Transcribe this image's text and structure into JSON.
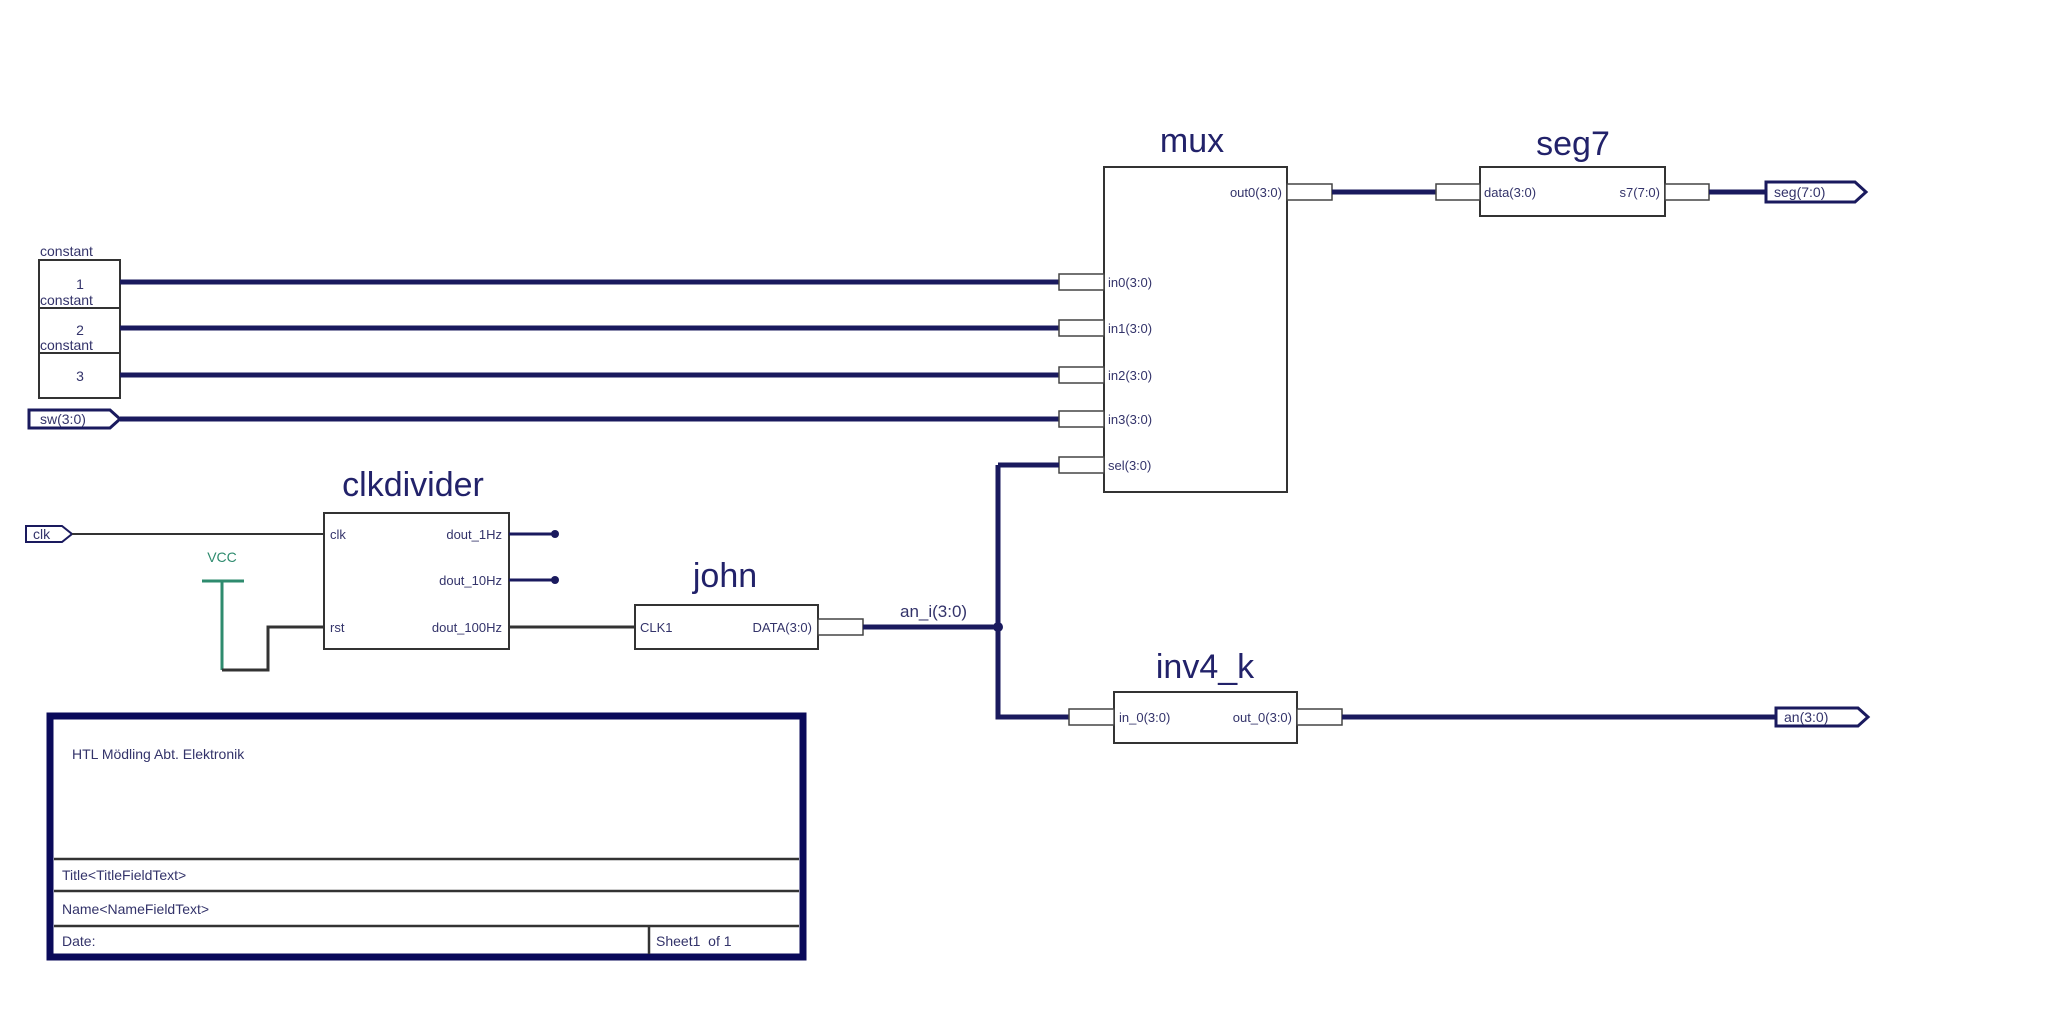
{
  "instances": {
    "mux": {
      "name": "mux",
      "pins": [
        "out0(3:0)",
        "in0(3:0)",
        "in1(3:0)",
        "in2(3:0)",
        "in3(3:0)",
        "sel(3:0)"
      ]
    },
    "seg7": {
      "name": "seg7",
      "pins": [
        "data(3:0)",
        "s7(7:0)"
      ]
    },
    "clkdivider": {
      "name": "clkdivider",
      "pins": [
        "clk",
        "rst",
        "dout_1Hz",
        "dout_10Hz",
        "dout_100Hz"
      ]
    },
    "john": {
      "name": "john",
      "pins": [
        "CLK1",
        "DATA(3:0)"
      ]
    },
    "inv4_k": {
      "name": "inv4_k",
      "pins": [
        "in_0(3:0)",
        "out_0(3:0)"
      ]
    }
  },
  "constants": [
    {
      "label": "constant",
      "value": "1"
    },
    {
      "label": "constant",
      "value": "2"
    },
    {
      "label": "constant",
      "value": "3"
    }
  ],
  "ports": {
    "sw": "sw(3:0)",
    "clk": "clk",
    "seg": "seg(7:0)",
    "an": "an(3:0)"
  },
  "power": {
    "vcc": "VCC"
  },
  "nets": {
    "an_i": "an_i(3:0)"
  },
  "title_block": {
    "organization": "HTL Mödling Abt. Elektronik",
    "title": "Title<TitleFieldText>",
    "name": "Name<NameFieldText>",
    "date": "Date:",
    "sheet": "Sheet1  of 1"
  },
  "colors": {
    "wire": "#1a1a5e",
    "vcc": "#2e8b6e",
    "border": "#0a0a5a"
  }
}
